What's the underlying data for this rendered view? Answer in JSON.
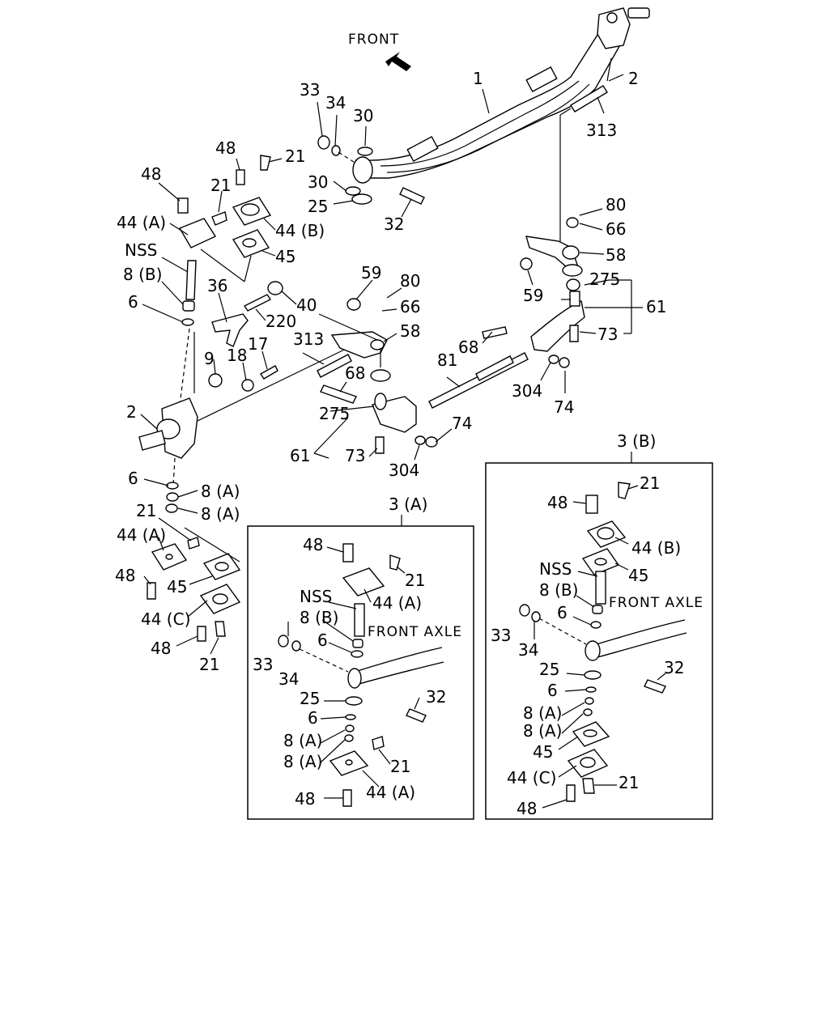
{
  "header": {
    "direction_label": "FRONT"
  },
  "main_labels": [
    {
      "key": "p1",
      "text": "1"
    },
    {
      "key": "p2a",
      "text": "2"
    },
    {
      "key": "p313a",
      "text": "313"
    },
    {
      "key": "p33a",
      "text": "33"
    },
    {
      "key": "p34a",
      "text": "34"
    },
    {
      "key": "p30a",
      "text": "30"
    },
    {
      "key": "p30b",
      "text": "30"
    },
    {
      "key": "p25a",
      "text": "25"
    },
    {
      "key": "p32a",
      "text": "32"
    },
    {
      "key": "p48a",
      "text": "48"
    },
    {
      "key": "p21a",
      "text": "21"
    },
    {
      "key": "p48b",
      "text": "48"
    },
    {
      "key": "p21b",
      "text": "21"
    },
    {
      "key": "p44Aa",
      "text": "44 (A)"
    },
    {
      "key": "p44Ba",
      "text": "44 (B)"
    },
    {
      "key": "pNSSa",
      "text": "NSS"
    },
    {
      "key": "p45a",
      "text": "45"
    },
    {
      "key": "p8Ba",
      "text": "8 (B)"
    },
    {
      "key": "p6a",
      "text": "6"
    },
    {
      "key": "p36",
      "text": "36"
    },
    {
      "key": "p40",
      "text": "40"
    },
    {
      "key": "p220",
      "text": "220"
    },
    {
      "key": "p59a",
      "text": "59"
    },
    {
      "key": "p80a",
      "text": "80"
    },
    {
      "key": "p66a",
      "text": "66"
    },
    {
      "key": "p58a",
      "text": "58"
    },
    {
      "key": "p313b",
      "text": "313"
    },
    {
      "key": "p17",
      "text": "17"
    },
    {
      "key": "p18",
      "text": "18"
    },
    {
      "key": "p9",
      "text": "9"
    },
    {
      "key": "p68a",
      "text": "68"
    },
    {
      "key": "p2b",
      "text": "2"
    },
    {
      "key": "p275a",
      "text": "275"
    },
    {
      "key": "p61a",
      "text": "61"
    },
    {
      "key": "p73a",
      "text": "73"
    },
    {
      "key": "p304a",
      "text": "304"
    },
    {
      "key": "p74a",
      "text": "74"
    },
    {
      "key": "p81",
      "text": "81"
    },
    {
      "key": "p68b",
      "text": "68"
    },
    {
      "key": "p80b",
      "text": "80"
    },
    {
      "key": "p66b",
      "text": "66"
    },
    {
      "key": "p58b",
      "text": "58"
    },
    {
      "key": "p59b",
      "text": "59"
    },
    {
      "key": "p275b",
      "text": "275"
    },
    {
      "key": "p61b",
      "text": "61"
    },
    {
      "key": "p73b",
      "text": "73"
    },
    {
      "key": "p304b",
      "text": "304"
    },
    {
      "key": "p74b",
      "text": "74"
    },
    {
      "key": "p6b",
      "text": "6"
    },
    {
      "key": "p8Aa",
      "text": "8 (A)"
    },
    {
      "key": "p8Ab",
      "text": "8 (A)"
    },
    {
      "key": "p21c",
      "text": "21"
    },
    {
      "key": "p44Ab",
      "text": "44 (A)"
    },
    {
      "key": "p48c",
      "text": "48"
    },
    {
      "key": "p45b",
      "text": "45"
    },
    {
      "key": "p44Ca",
      "text": "44 (C)"
    },
    {
      "key": "p48d",
      "text": "48"
    },
    {
      "key": "p21d",
      "text": "21"
    }
  ],
  "inset_a": {
    "title": "3 (A)",
    "axle_label": "FRONT  AXLE",
    "labels": [
      {
        "key": "a48a",
        "text": "48"
      },
      {
        "key": "a21a",
        "text": "21"
      },
      {
        "key": "aNSS",
        "text": "NSS"
      },
      {
        "key": "a44A",
        "text": "44 (A)"
      },
      {
        "key": "a8B",
        "text": "8 (B)"
      },
      {
        "key": "a6a",
        "text": "6"
      },
      {
        "key": "a33",
        "text": "33"
      },
      {
        "key": "a34",
        "text": "34"
      },
      {
        "key": "a25",
        "text": "25"
      },
      {
        "key": "a32",
        "text": "32"
      },
      {
        "key": "a6b",
        "text": "6"
      },
      {
        "key": "a8Aa",
        "text": "8 (A)"
      },
      {
        "key": "a8Ab",
        "text": "8 (A)"
      },
      {
        "key": "a21b",
        "text": "21"
      },
      {
        "key": "a44Ab",
        "text": "44 (A)"
      },
      {
        "key": "a48b",
        "text": "48"
      }
    ]
  },
  "inset_b": {
    "title": "3 (B)",
    "axle_label": "FRONT  AXLE",
    "labels": [
      {
        "key": "b21a",
        "text": "21"
      },
      {
        "key": "b48a",
        "text": "48"
      },
      {
        "key": "b44B",
        "text": "44 (B)"
      },
      {
        "key": "bNSS",
        "text": "NSS"
      },
      {
        "key": "b45a",
        "text": "45"
      },
      {
        "key": "b8B",
        "text": "8 (B)"
      },
      {
        "key": "b6a",
        "text": "6"
      },
      {
        "key": "b33",
        "text": "33"
      },
      {
        "key": "b34",
        "text": "34"
      },
      {
        "key": "b32",
        "text": "32"
      },
      {
        "key": "b25",
        "text": "25"
      },
      {
        "key": "b6b",
        "text": "6"
      },
      {
        "key": "b8Aa",
        "text": "8 (A)"
      },
      {
        "key": "b8Ab",
        "text": "8 (A)"
      },
      {
        "key": "b45b",
        "text": "45"
      },
      {
        "key": "b44C",
        "text": "44 (C)"
      },
      {
        "key": "b21b",
        "text": "21"
      },
      {
        "key": "b48b",
        "text": "48"
      }
    ]
  }
}
